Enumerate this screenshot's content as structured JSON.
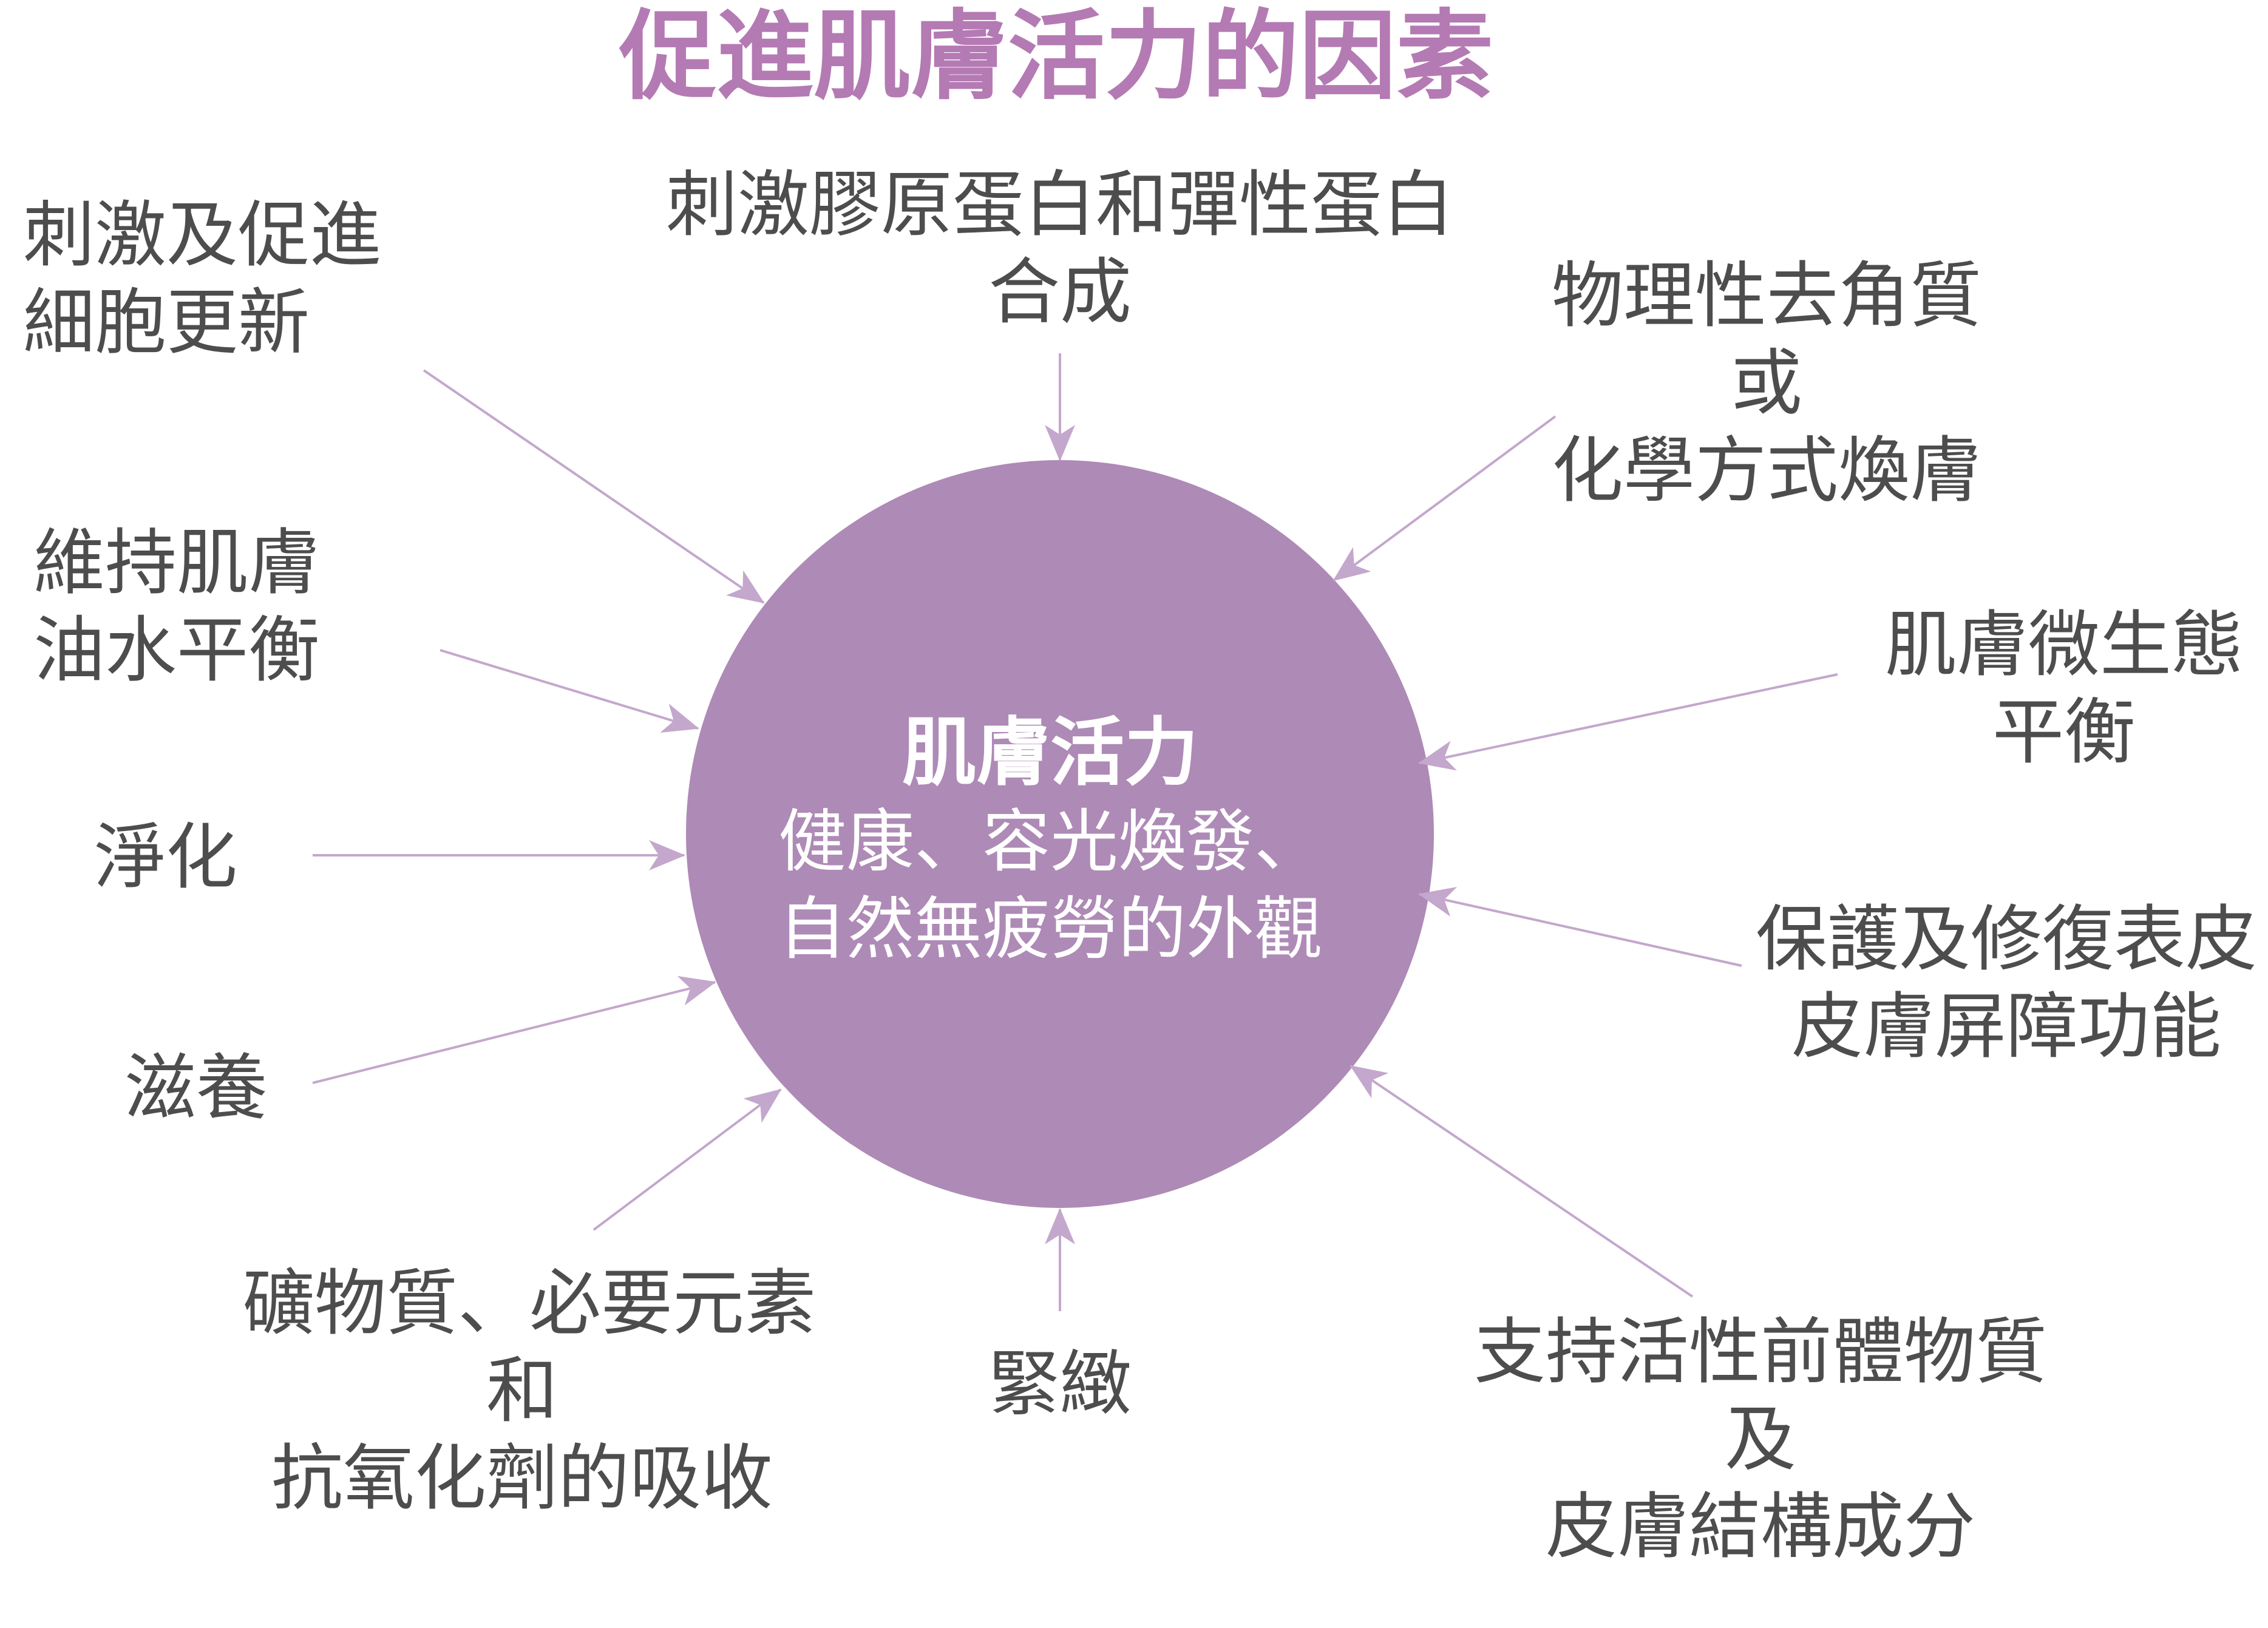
{
  "colors": {
    "title": "#b47ab3",
    "circle": "#ae8ab6",
    "arrow": "#c4a7cc",
    "text": "#4d4d4d",
    "center_text": "#ffffff"
  },
  "title": "促進肌膚活力的因素",
  "center": {
    "title": "肌膚活力",
    "line1": "健康、容光煥發、",
    "line2": "自然無疲勞的外觀"
  },
  "factors": {
    "cell_renewal": [
      "刺激及促進",
      "細胞更新"
    ],
    "collagen": [
      "刺激膠原蛋白和彈性蛋白",
      "合成"
    ],
    "exfoliation": [
      "物理性去角質",
      "或",
      "化學方式煥膚"
    ],
    "oil_balance": [
      "維持肌膚",
      "油水平衡"
    ],
    "microbiome": [
      "肌膚微生態",
      "平衡"
    ],
    "cleansing": [
      "淨化"
    ],
    "barrier": [
      "保護及修復表皮",
      "皮膚屏障功能"
    ],
    "nourishing": [
      "滋養"
    ],
    "minerals": [
      "礦物質、必要元素",
      "和",
      "抗氧化劑的吸收"
    ],
    "firming": [
      "緊緻"
    ],
    "precursors": [
      "支持活性前體物質",
      "及",
      "皮膚結構成分"
    ]
  }
}
